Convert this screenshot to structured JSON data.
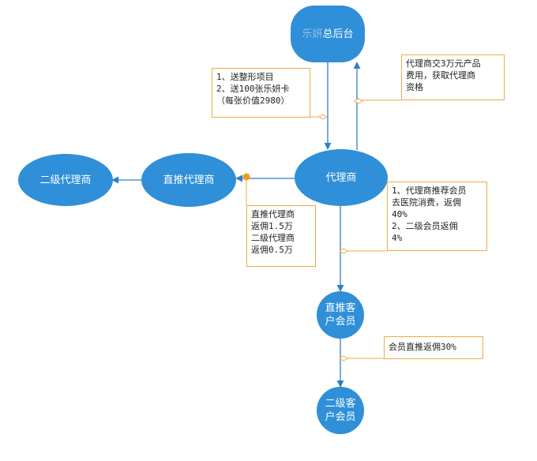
{
  "colors": {
    "node_fill": "#2f8fd8",
    "node_text": "#ffffff",
    "edge": "#2f7fc6",
    "note_border": "#f0a94a",
    "junction_dot": "#f29a1e"
  },
  "nodes": {
    "hq": {
      "label_faded": "乐妍",
      "label": "总后台"
    },
    "agent": {
      "label": "代理商"
    },
    "direct_agent": {
      "label": "直推代理商"
    },
    "sub_agent": {
      "label": "二级代理商"
    },
    "direct_member": {
      "line1": "直推客",
      "line2": "户会员"
    },
    "sub_member": {
      "line1": "二级客",
      "line2": "户会员"
    }
  },
  "notes": {
    "hq_to_agent": "1、送整形项目\n2、送100张乐妍卡\n（每张价值2980）",
    "agent_to_hq": "代理商交3万元产品\n费用，获取代理商\n资格",
    "agent_rebate": "直推代理商\n返佣1.5万\n二级代理商\n返佣0.5万",
    "member_rebate": "1、代理商推荐会员\n去医院消费，返佣\n40%\n2、二级会员返佣\n4%",
    "direct_member_rebate": "会员直推返佣30%"
  }
}
